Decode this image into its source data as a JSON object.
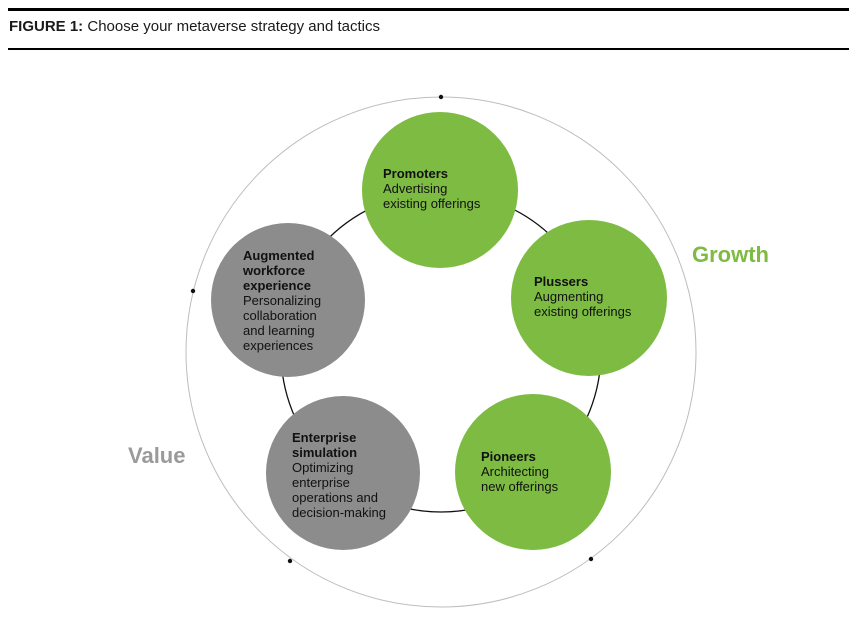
{
  "header": {
    "figure_label": "FIGURE 1:",
    "figure_title": "Choose your metaverse strategy and tactics"
  },
  "colors": {
    "green": "#7dbb42",
    "gray": "#8c8c8c",
    "growth_label": "#7dbb42",
    "value_label": "#9a9a9a",
    "outer_ring": "#bdbdbd",
    "inner_ring": "#111111"
  },
  "axis_labels": {
    "growth": "Growth",
    "value": "Value"
  },
  "nodes": [
    {
      "id": "promoters",
      "group": "growth",
      "title_lines": [
        "Promoters"
      ],
      "desc_lines": [
        "Advertising",
        "existing offerings"
      ]
    },
    {
      "id": "plussers",
      "group": "growth",
      "title_lines": [
        "Plussers"
      ],
      "desc_lines": [
        "Augmenting",
        "existing offerings"
      ]
    },
    {
      "id": "pioneers",
      "group": "growth",
      "title_lines": [
        "Pioneers"
      ],
      "desc_lines": [
        "Architecting",
        "new offerings"
      ]
    },
    {
      "id": "enterprise-simulation",
      "group": "value",
      "title_lines": [
        "Enterprise",
        "simulation"
      ],
      "desc_lines": [
        "Optimizing",
        "enterprise",
        "operations and",
        "decision-making"
      ]
    },
    {
      "id": "augmented-workforce-experience",
      "group": "value",
      "title_lines": [
        "Augmented",
        "workforce",
        "experience"
      ],
      "desc_lines": [
        "Personalizing",
        "collaboration",
        "and learning",
        "experiences"
      ]
    }
  ]
}
